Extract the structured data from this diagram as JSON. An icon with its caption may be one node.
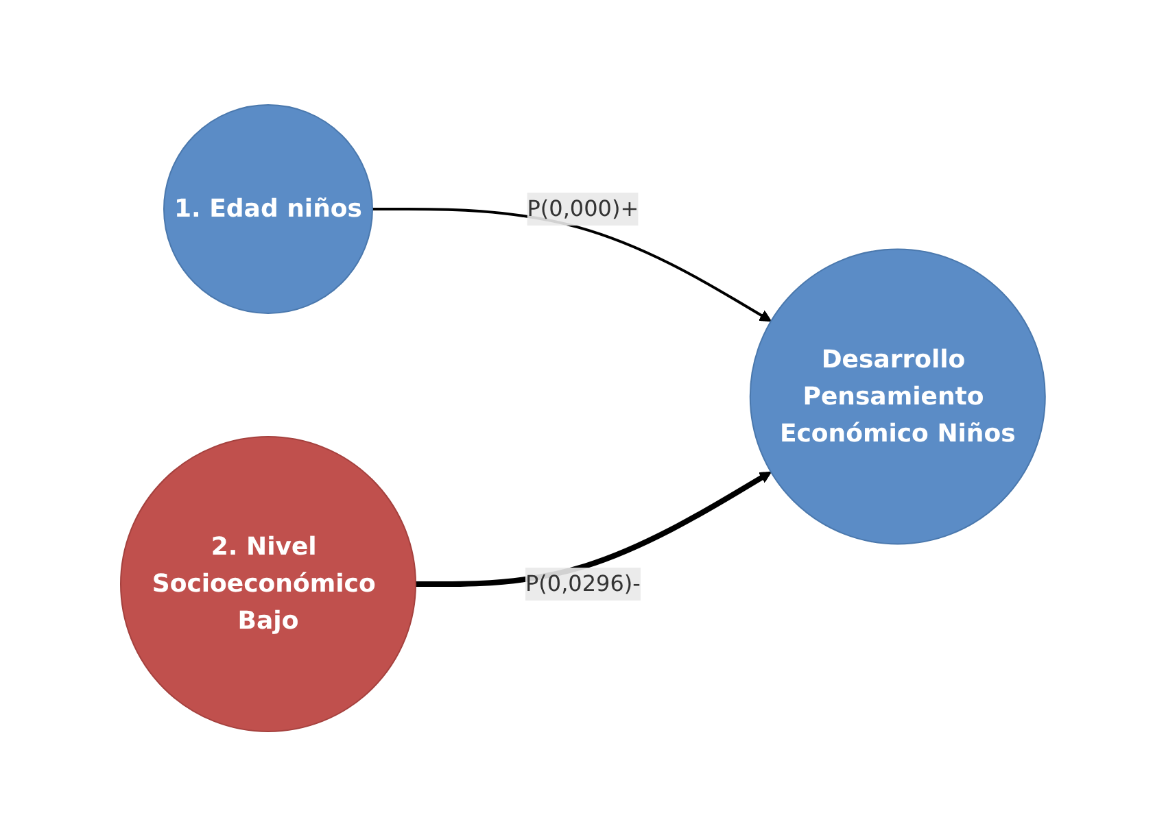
{
  "diagram": {
    "nodes": [
      {
        "text": [
          "1. Edad niños"
        ]
      },
      {
        "text": [
          "2. Nivel Socioeconómico Bajo"
        ]
      },
      {
        "text": [
          "Desarrollo Pensamiento Económico Niños"
        ]
      }
    ],
    "edges": [
      {
        "from": 0,
        "to": 2,
        "arrow": "to",
        "label": "P(0,000)+"
      },
      {
        "from": 1,
        "to": 2,
        "arrow": "to",
        "label": "P(0,0296)-",
        "style": "thick"
      }
    ]
  }
}
